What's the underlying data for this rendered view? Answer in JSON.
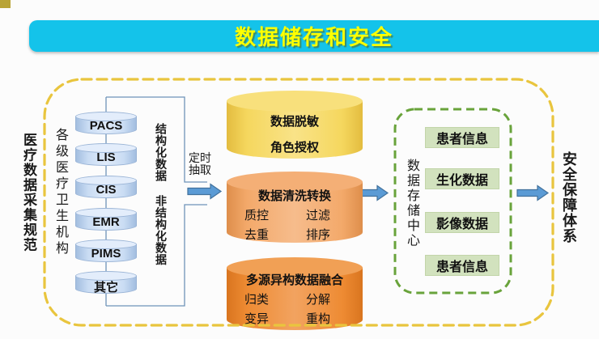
{
  "header": {
    "title": "数据储存和安全"
  },
  "outer_left_label": "医疗数据采集规范",
  "outer_right_label": "安全保障体系",
  "collection_zone": {
    "org_label": "各级医疗卫生机构",
    "sources": [
      "PACS",
      "LIS",
      "CIS",
      "EMR",
      "PIMS",
      "其它"
    ],
    "structured_label": "结构化数据",
    "unstructured_label": "非结构化数据",
    "extract_label": "定时抽取"
  },
  "processing": {
    "desensitize": {
      "line1": "数据脱敏",
      "line2": "角色授权"
    },
    "cleaning": {
      "title": "数据清洗转换",
      "items": [
        "质控",
        "过滤",
        "去重",
        "排序"
      ]
    },
    "fusion": {
      "title": "多源异构数据融合",
      "items": [
        "归类",
        "分解",
        "变异",
        "重构"
      ]
    }
  },
  "storage": {
    "label": "数据存储中心",
    "boxes": [
      "患者信息",
      "生化数据",
      "影像数据",
      "患者信息"
    ]
  },
  "colors": {
    "banner_bg": "#14C3EA",
    "banner_text": "#FFFF00",
    "corner_square": "#B9A437",
    "outer_dash": "#E9C53E",
    "green_dash": "#69A33B",
    "line": "#6E93B8",
    "arrow_fill": "#5B9BD5",
    "arrow_stroke": "#41719C",
    "blue_cyl_body": "#C9DCF3",
    "yellow_cyl_body": "#F5D75E",
    "yellow_cyl_top": "#F8E07C",
    "orange_cyl_body": "#F3A96A",
    "orange_cyl_top": "#F4AF76",
    "deep_orange_cyl_body": "#EE8B33",
    "deep_orange_cyl_top": "#F1A055",
    "green_box_bg": "#D2E2BE"
  }
}
